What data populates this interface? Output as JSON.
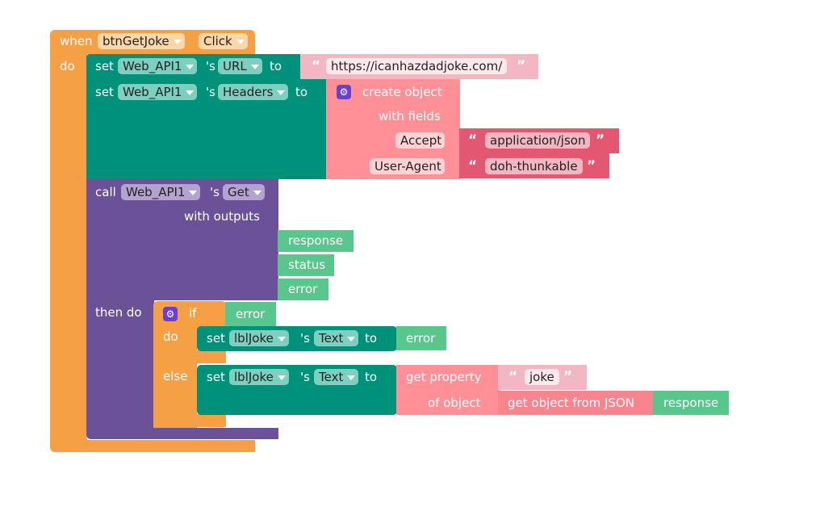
{
  "event": {
    "when_label": "when",
    "component": "btnGetJoke",
    "event_name": "Click",
    "do_label": "do"
  },
  "set_url": {
    "set_label": "set",
    "component": "Web_API1",
    "possessive": "'s",
    "property": "URL",
    "to_label": "to",
    "value": "https://icanhazdadjoke.com/"
  },
  "set_headers": {
    "set_label": "set",
    "component": "Web_API1",
    "possessive": "'s",
    "property": "Headers",
    "to_label": "to",
    "create_object_label": "create object",
    "with_fields_label": "with fields",
    "fields": [
      {
        "key": "Accept",
        "value": "application/json"
      },
      {
        "key": "User-Agent",
        "value": "doh-thunkable"
      }
    ]
  },
  "call_get": {
    "call_label": "call",
    "component": "Web_API1",
    "possessive": "'s",
    "method": "Get",
    "with_outputs_label": "with outputs",
    "outputs": [
      "response",
      "status",
      "error"
    ],
    "then_do_label": "then do"
  },
  "if_block": {
    "if_label": "if",
    "condition": "error",
    "do_label": "do",
    "else_label": "else"
  },
  "set_text_error": {
    "set_label": "set",
    "component": "lblJoke",
    "possessive": "'s",
    "property": "Text",
    "to_label": "to",
    "value": "error"
  },
  "set_text_joke": {
    "set_label": "set",
    "component": "lblJoke",
    "possessive": "'s",
    "property": "Text",
    "to_label": "to",
    "get_property_label": "get property",
    "property_name": "joke",
    "of_object_label": "of object",
    "json_label": "get object from JSON",
    "json_source": "response"
  },
  "colors": {
    "event": "#f5a045",
    "set_component": "#00917a",
    "call_component": "#6a5198",
    "object": "#ff9097",
    "text": "#f3b6c3",
    "text_dark": "#e35770",
    "variable": "#58c68d"
  }
}
